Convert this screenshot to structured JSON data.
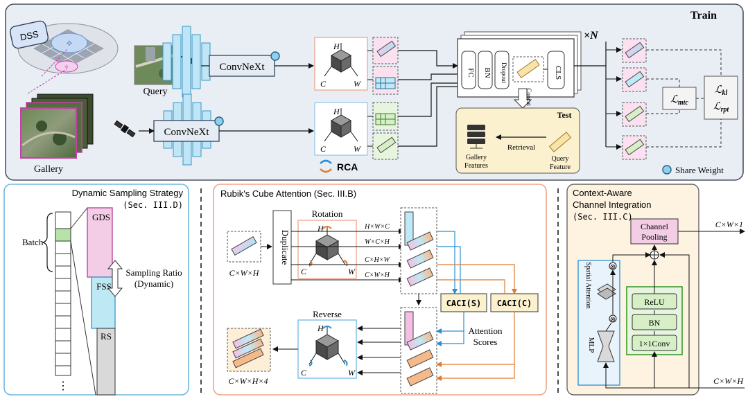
{
  "train": {
    "title": "Train",
    "dss": "DSS",
    "query_label": "Query",
    "gallery_label": "Gallery",
    "backbone_top": "ConvNeXt",
    "backbone_bottom": "ConvNeXt",
    "rca_label": "RCA",
    "repeat": "×N",
    "layers": [
      "FC",
      "BN",
      "Dropout",
      "CLS"
    ],
    "concat": "Concat",
    "test_title": "Test",
    "retrieval": "Retrieval",
    "gallery_features": [
      "Gallery",
      "Features"
    ],
    "query_feature": [
      "Query",
      "Feature"
    ],
    "share_weight": "Share Weight",
    "loss_mtc": "ℒ",
    "loss_mtc_sub": "mtc",
    "loss_kl": "ℒ",
    "loss_kl_sub": "kl",
    "loss_rpt": "ℒ",
    "loss_rpt_sub": "rpt",
    "axis_h": "H",
    "axis_c": "C",
    "axis_w": "W"
  },
  "dss_panel": {
    "title": "Dynamic Sampling Strategy",
    "subtitle": "(Sec. III.D)",
    "batch": "Batch",
    "gds": "GDS",
    "fss": "FSS",
    "rs": "RS",
    "ratio": [
      "Sampling Ratio",
      "(Dynamic)"
    ],
    "dots": "⋮"
  },
  "rca_panel": {
    "title": "Rubik's Cube Attention (Sec. III.B)",
    "input_dim": "C×W×H",
    "duplicate": "Duplicate",
    "rotation": "Rotation",
    "reverse": "Reverse",
    "dims": [
      "H×W×C",
      "W×C×H",
      "C×H×W",
      "C×W×H"
    ],
    "caci_s": "CACI(S)",
    "caci_c": "CACI(C)",
    "attention_scores": [
      "Attention",
      "Scores"
    ],
    "output_dim": "C×W×H×4"
  },
  "caci_panel": {
    "title": [
      "Context-Aware",
      "Channel Integration",
      "(Sec. III.C)"
    ],
    "channel_pooling": [
      "Channel",
      "Pooling"
    ],
    "spatial_attention": "Spatial Attention",
    "mlp": "MLP",
    "relu": "ReLU",
    "bn": "BN",
    "conv": "1×1Conv",
    "out_dim": "C×W×1",
    "in_dim": "C×W×H"
  },
  "colors": {
    "panel_blue": "#e9eef5",
    "pink": "#f3cde6",
    "cyan": "#bde8f4",
    "green": "#d6efc6",
    "test_bg": "#fbf1cf",
    "caci_bg": "#fdf3e0"
  }
}
